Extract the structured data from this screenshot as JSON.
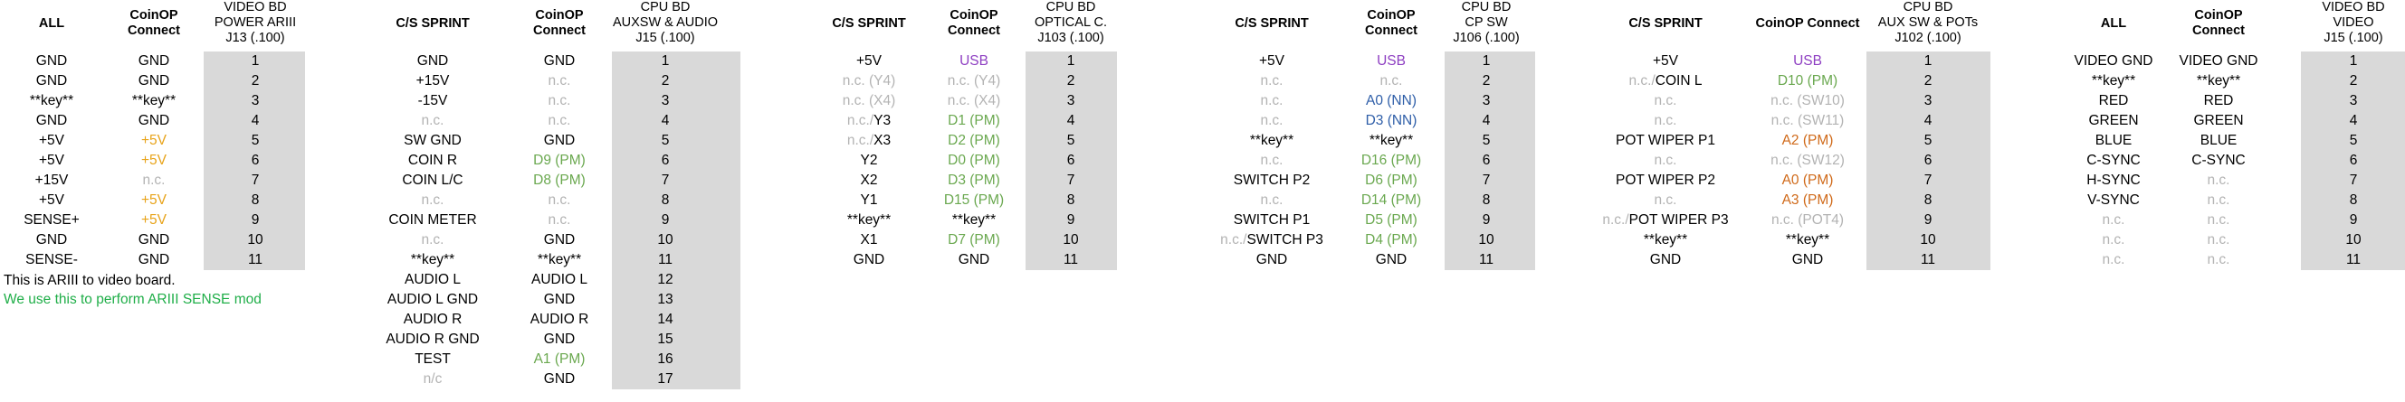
{
  "colors": {
    "normal": "#000000",
    "gray": "#b3b3b3",
    "orange": "#e8a319",
    "green": "#6aa84f",
    "blue": "#2e5ea8",
    "purple": "#8e3fc2",
    "darkorange": "#d06a1a",
    "notegreen": "#1fae48",
    "shade": "#d9d9d9"
  },
  "notes": {
    "line1": "This is ARIII to video board.",
    "line2": "We use this to perform ARIII SENSE mod"
  },
  "tables": [
    {
      "id": "power",
      "headers": [
        "ALL",
        "CoinOP\nConnect",
        "VIDEO BD\nPOWER ARIII\nJ13 (.100)"
      ],
      "rows": [
        [
          [
            "GND",
            "n"
          ],
          [
            "GND",
            "n"
          ],
          [
            "1",
            "n"
          ]
        ],
        [
          [
            "GND",
            "n"
          ],
          [
            "GND",
            "n"
          ],
          [
            "2",
            "n"
          ]
        ],
        [
          [
            "**key**",
            "n"
          ],
          [
            "**key**",
            "n"
          ],
          [
            "3",
            "n"
          ]
        ],
        [
          [
            "GND",
            "n"
          ],
          [
            "GND",
            "n"
          ],
          [
            "4",
            "n"
          ]
        ],
        [
          [
            "+5V",
            "n"
          ],
          [
            "+5V",
            "o"
          ],
          [
            "5",
            "n"
          ]
        ],
        [
          [
            "+5V",
            "n"
          ],
          [
            "+5V",
            "o"
          ],
          [
            "6",
            "n"
          ]
        ],
        [
          [
            "+15V",
            "n"
          ],
          [
            "n.c.",
            "g"
          ],
          [
            "7",
            "n"
          ]
        ],
        [
          [
            "+5V",
            "n"
          ],
          [
            "+5V",
            "o"
          ],
          [
            "8",
            "n"
          ]
        ],
        [
          [
            "SENSE+",
            "n"
          ],
          [
            "+5V",
            "o"
          ],
          [
            "9",
            "n"
          ]
        ],
        [
          [
            "GND",
            "n"
          ],
          [
            "GND",
            "n"
          ],
          [
            "10",
            "n"
          ]
        ],
        [
          [
            "SENSE-",
            "n"
          ],
          [
            "GND",
            "n"
          ],
          [
            "11",
            "n"
          ]
        ]
      ]
    },
    {
      "id": "aux-audio",
      "headers": [
        "C/S SPRINT",
        "CoinOP\nConnect",
        "CPU BD\nAUXSW & AUDIO\nJ15 (.100)"
      ],
      "rows": [
        [
          [
            "GND",
            "n"
          ],
          [
            "GND",
            "n"
          ],
          [
            "1",
            "n"
          ]
        ],
        [
          [
            "+15V",
            "n"
          ],
          [
            "n.c.",
            "g"
          ],
          [
            "2",
            "n"
          ]
        ],
        [
          [
            "-15V",
            "n"
          ],
          [
            "n.c.",
            "g"
          ],
          [
            "3",
            "n"
          ]
        ],
        [
          [
            "n.c.",
            "g"
          ],
          [
            "n.c.",
            "g"
          ],
          [
            "4",
            "n"
          ]
        ],
        [
          [
            "SW GND",
            "n"
          ],
          [
            "GND",
            "n"
          ],
          [
            "5",
            "n"
          ]
        ],
        [
          [
            "COIN R",
            "n"
          ],
          [
            "D9 (PM)",
            "gr"
          ],
          [
            "6",
            "n"
          ]
        ],
        [
          [
            "COIN L/C",
            "n"
          ],
          [
            "D8 (PM)",
            "gr"
          ],
          [
            "7",
            "n"
          ]
        ],
        [
          [
            "n.c.",
            "g"
          ],
          [
            "n.c.",
            "g"
          ],
          [
            "8",
            "n"
          ]
        ],
        [
          [
            "COIN METER",
            "n"
          ],
          [
            "n.c.",
            "g"
          ],
          [
            "9",
            "n"
          ]
        ],
        [
          [
            "n.c.",
            "g"
          ],
          [
            "GND",
            "n"
          ],
          [
            "10",
            "n"
          ]
        ],
        [
          [
            "**key**",
            "n"
          ],
          [
            "**key**",
            "n"
          ],
          [
            "11",
            "n"
          ]
        ],
        [
          [
            "AUDIO L",
            "n"
          ],
          [
            "AUDIO L",
            "n"
          ],
          [
            "12",
            "n"
          ]
        ],
        [
          [
            "AUDIO L GND",
            "n"
          ],
          [
            "GND",
            "n"
          ],
          [
            "13",
            "n"
          ]
        ],
        [
          [
            "AUDIO R",
            "n"
          ],
          [
            "AUDIO R",
            "n"
          ],
          [
            "14",
            "n"
          ]
        ],
        [
          [
            "AUDIO R GND",
            "n"
          ],
          [
            "GND",
            "n"
          ],
          [
            "15",
            "n"
          ]
        ],
        [
          [
            "TEST",
            "n"
          ],
          [
            "A1 (PM)",
            "gr"
          ],
          [
            "16",
            "n"
          ]
        ],
        [
          [
            "n/c",
            "g"
          ],
          [
            "GND",
            "n"
          ],
          [
            "17",
            "n"
          ]
        ]
      ]
    },
    {
      "id": "optical",
      "headers": [
        "C/S SPRINT",
        "CoinOP\nConnect",
        "CPU BD\nOPTICAL C.\nJ103 (.100)"
      ],
      "rows": [
        [
          [
            "+5V",
            "n"
          ],
          [
            "USB",
            "p"
          ],
          [
            "1",
            "n"
          ]
        ],
        [
          [
            "n.c. (Y4)",
            "g"
          ],
          [
            "n.c. (Y4)",
            "g"
          ],
          [
            "2",
            "n"
          ]
        ],
        [
          [
            "n.c. (X4)",
            "g"
          ],
          [
            "n.c. (X4)",
            "g"
          ],
          [
            "3",
            "n"
          ]
        ],
        [
          [
            "n.c./|Y3",
            "m"
          ],
          [
            "D1 (PM)",
            "gr"
          ],
          [
            "4",
            "n"
          ]
        ],
        [
          [
            "n.c./|X3",
            "m"
          ],
          [
            "D2 (PM)",
            "gr"
          ],
          [
            "5",
            "n"
          ]
        ],
        [
          [
            "Y2",
            "n"
          ],
          [
            "D0 (PM)",
            "gr"
          ],
          [
            "6",
            "n"
          ]
        ],
        [
          [
            "X2",
            "n"
          ],
          [
            "D3 (PM)",
            "gr"
          ],
          [
            "7",
            "n"
          ]
        ],
        [
          [
            "Y1",
            "n"
          ],
          [
            "D15 (PM)",
            "gr"
          ],
          [
            "8",
            "n"
          ]
        ],
        [
          [
            "**key**",
            "n"
          ],
          [
            "**key**",
            "n"
          ],
          [
            "9",
            "n"
          ]
        ],
        [
          [
            "X1",
            "n"
          ],
          [
            "D7 (PM)",
            "gr"
          ],
          [
            "10",
            "n"
          ]
        ],
        [
          [
            "GND",
            "n"
          ],
          [
            "GND",
            "n"
          ],
          [
            "11",
            "n"
          ]
        ]
      ]
    },
    {
      "id": "cpsw",
      "headers": [
        "C/S SPRINT",
        "CoinOP\nConnect",
        "CPU BD\nCP SW\nJ106 (.100)"
      ],
      "rows": [
        [
          [
            "+5V",
            "n"
          ],
          [
            "USB",
            "p"
          ],
          [
            "1",
            "n"
          ]
        ],
        [
          [
            "n.c.",
            "g"
          ],
          [
            "n.c.",
            "g"
          ],
          [
            "2",
            "n"
          ]
        ],
        [
          [
            "n.c.",
            "g"
          ],
          [
            "A0 (NN)",
            "b"
          ],
          [
            "3",
            "n"
          ]
        ],
        [
          [
            "n.c.",
            "g"
          ],
          [
            "D3 (NN)",
            "b"
          ],
          [
            "4",
            "n"
          ]
        ],
        [
          [
            "**key**",
            "n"
          ],
          [
            "**key**",
            "n"
          ],
          [
            "5",
            "n"
          ]
        ],
        [
          [
            "n.c.",
            "g"
          ],
          [
            "D16 (PM)",
            "gr"
          ],
          [
            "6",
            "n"
          ]
        ],
        [
          [
            "SWITCH P2",
            "n"
          ],
          [
            "D6 (PM)",
            "gr"
          ],
          [
            "7",
            "n"
          ]
        ],
        [
          [
            "n.c.",
            "g"
          ],
          [
            "D14 (PM)",
            "gr"
          ],
          [
            "8",
            "n"
          ]
        ],
        [
          [
            "SWITCH P1",
            "n"
          ],
          [
            "D5 (PM)",
            "gr"
          ],
          [
            "9",
            "n"
          ]
        ],
        [
          [
            "n.c./|SWITCH P3",
            "m"
          ],
          [
            "D4 (PM)",
            "gr"
          ],
          [
            "10",
            "n"
          ]
        ],
        [
          [
            "GND",
            "n"
          ],
          [
            "GND",
            "n"
          ],
          [
            "11",
            "n"
          ]
        ]
      ]
    },
    {
      "id": "pots",
      "headers": [
        "C/S SPRINT",
        "CoinOP Connect",
        "CPU BD\nAUX SW & POTs\nJ102 (.100)"
      ],
      "rows": [
        [
          [
            "+5V",
            "n"
          ],
          [
            "USB",
            "p"
          ],
          [
            "1",
            "n"
          ]
        ],
        [
          [
            "n.c./|COIN L",
            "m"
          ],
          [
            "D10 (PM)",
            "gr"
          ],
          [
            "2",
            "n"
          ]
        ],
        [
          [
            "n.c.",
            "g"
          ],
          [
            "n.c. (SW10)",
            "g"
          ],
          [
            "3",
            "n"
          ]
        ],
        [
          [
            "n.c.",
            "g"
          ],
          [
            "n.c. (SW11)",
            "g"
          ],
          [
            "4",
            "n"
          ]
        ],
        [
          [
            "POT WIPER P1",
            "n"
          ],
          [
            "A2 (PM)",
            "do"
          ],
          [
            "5",
            "n"
          ]
        ],
        [
          [
            "n.c.",
            "g"
          ],
          [
            "n.c. (SW12)",
            "g"
          ],
          [
            "6",
            "n"
          ]
        ],
        [
          [
            "POT WIPER P2",
            "n"
          ],
          [
            "A0 (PM)",
            "do"
          ],
          [
            "7",
            "n"
          ]
        ],
        [
          [
            "n.c.",
            "g"
          ],
          [
            "A3 (PM)",
            "do"
          ],
          [
            "8",
            "n"
          ]
        ],
        [
          [
            "n.c./|POT WIPER P3",
            "m"
          ],
          [
            "n.c. (POT4)",
            "g"
          ],
          [
            "9",
            "n"
          ]
        ],
        [
          [
            "**key**",
            "n"
          ],
          [
            "**key**",
            "n"
          ],
          [
            "10",
            "n"
          ]
        ],
        [
          [
            "GND",
            "n"
          ],
          [
            "GND",
            "n"
          ],
          [
            "11",
            "n"
          ]
        ]
      ]
    },
    {
      "id": "video",
      "headers": [
        "ALL",
        "CoinOP\nConnect",
        "VIDEO BD\nVIDEO\nJ15 (.100)"
      ],
      "rows": [
        [
          [
            "VIDEO GND",
            "n"
          ],
          [
            "VIDEO GND",
            "n"
          ],
          [
            "1",
            "n"
          ]
        ],
        [
          [
            "**key**",
            "n"
          ],
          [
            "**key**",
            "n"
          ],
          [
            "2",
            "n"
          ]
        ],
        [
          [
            "RED",
            "n"
          ],
          [
            "RED",
            "n"
          ],
          [
            "3",
            "n"
          ]
        ],
        [
          [
            "GREEN",
            "n"
          ],
          [
            "GREEN",
            "n"
          ],
          [
            "4",
            "n"
          ]
        ],
        [
          [
            "BLUE",
            "n"
          ],
          [
            "BLUE",
            "n"
          ],
          [
            "5",
            "n"
          ]
        ],
        [
          [
            "C-SYNC",
            "n"
          ],
          [
            "C-SYNC",
            "n"
          ],
          [
            "6",
            "n"
          ]
        ],
        [
          [
            "H-SYNC",
            "n"
          ],
          [
            "n.c.",
            "g"
          ],
          [
            "7",
            "n"
          ]
        ],
        [
          [
            "V-SYNC",
            "n"
          ],
          [
            "n.c.",
            "g"
          ],
          [
            "8",
            "n"
          ]
        ],
        [
          [
            "n.c.",
            "g"
          ],
          [
            "n.c.",
            "g"
          ],
          [
            "9",
            "n"
          ]
        ],
        [
          [
            "n.c.",
            "g"
          ],
          [
            "n.c.",
            "g"
          ],
          [
            "10",
            "n"
          ]
        ],
        [
          [
            "n.c.",
            "g"
          ],
          [
            "n.c.",
            "g"
          ],
          [
            "11",
            "n"
          ]
        ]
      ]
    }
  ]
}
